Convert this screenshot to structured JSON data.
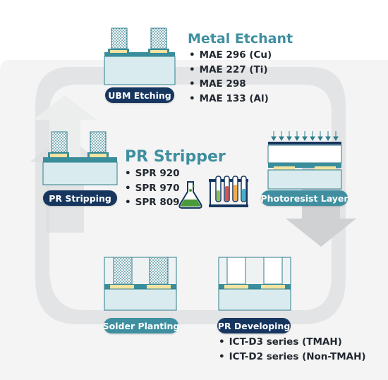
{
  "steps": {
    "ubm_etching": "UBM Etching",
    "pr_stripping": "PR Stripping",
    "photoresist_layer": "Photoresist Layer",
    "solder_planting": "Solder Planting",
    "pr_developing": "PR Developing"
  },
  "metal_etchant": {
    "title": "Metal Etchant",
    "items": [
      "MAE 296 (Cu)",
      "MAE 227 (Ti)",
      "MAE 298",
      "MAE 133 (Al)"
    ]
  },
  "pr_stripper": {
    "title": "PR Stripper",
    "items": [
      "SPR 920",
      "SPR 970",
      "SPR 809"
    ]
  },
  "developer": {
    "items": [
      "ICT-D3 series (TMAH)",
      "ICT-D2 series (Non-TMAH)"
    ]
  },
  "colors": {
    "heading": "#3f8fa0",
    "pill_dark": "#16365f",
    "pill_teal": "#3f8fa0",
    "substrate": "#d9ebee",
    "layer_teal": "#3a8e9b",
    "pad_yellow": "#f3e3a0",
    "cycle_gray": "#e6e7e8"
  },
  "icons": [
    "flask-icon",
    "test-tube-rack-icon",
    "exposure-arrows-icon"
  ]
}
